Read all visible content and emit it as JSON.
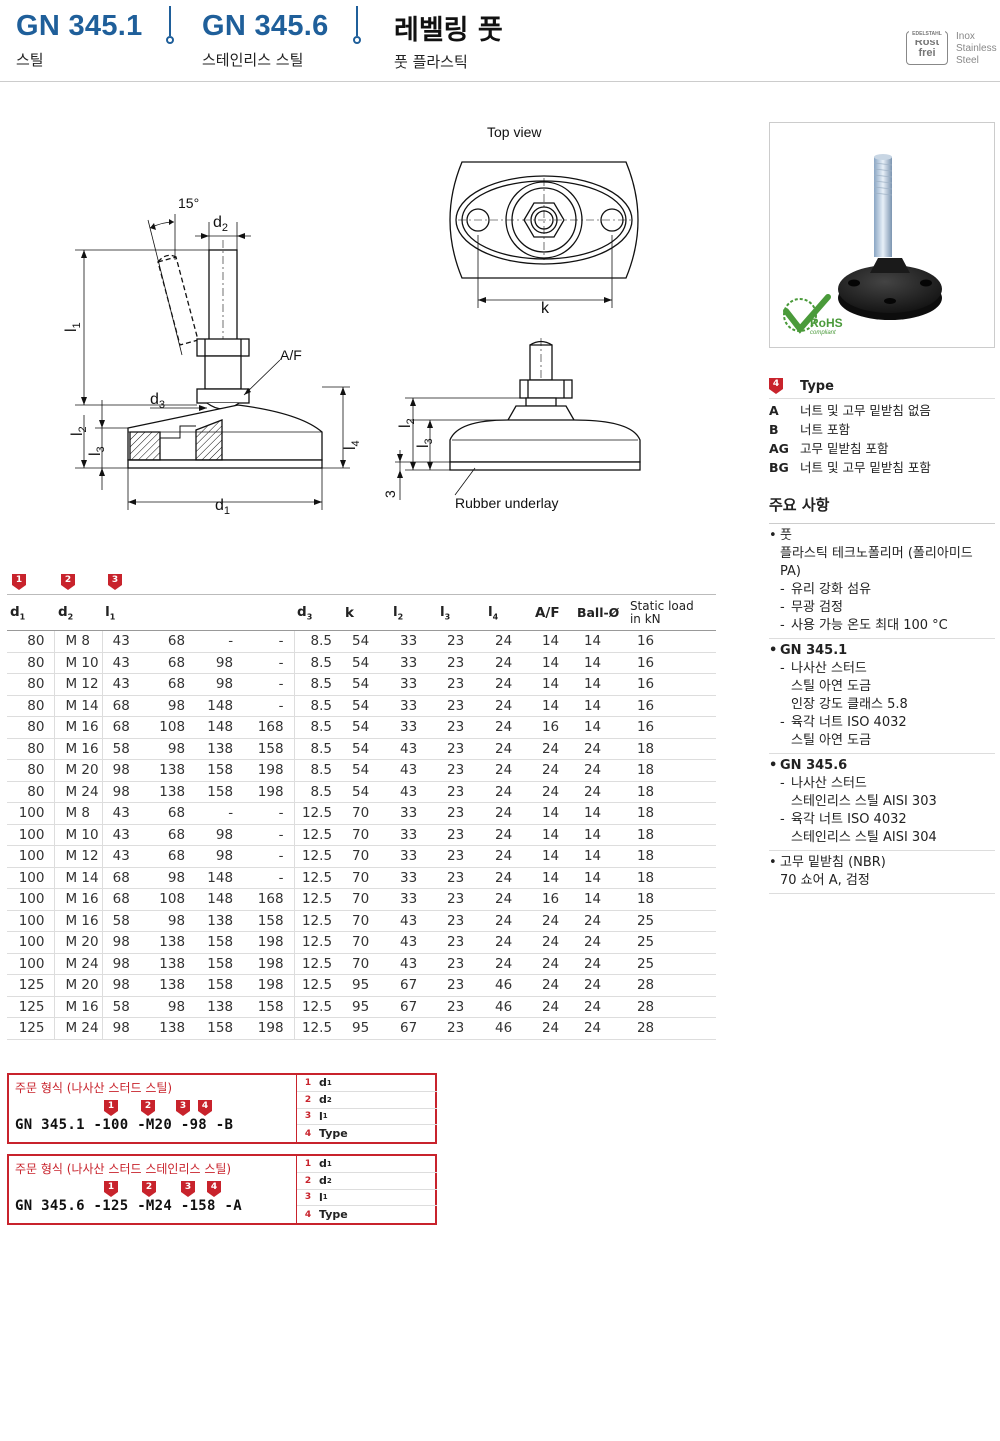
{
  "header": {
    "code1": "GN 345.1",
    "sub1": "스틸",
    "code2": "GN 345.6",
    "sub2": "스테인리스 스틸",
    "title": "레벨링 풋",
    "subtitle": "풋 플라스틱",
    "badge_top": "EDELSTAHL",
    "badge_line1": "Rost",
    "badge_line2": "frei",
    "inox_lines": [
      "Inox",
      "Stainless",
      "Steel"
    ]
  },
  "drawing": {
    "top_view": "Top view",
    "angle": "15°",
    "d2": "d",
    "d2_sub": "2",
    "l1": "l",
    "l1_sub": "1",
    "af": "A/F",
    "d3": "d",
    "d3_sub": "3",
    "l2": "l",
    "l2_sub": "2",
    "l3": "l",
    "l3_sub": "3",
    "d1": "d",
    "d1_sub": "1",
    "l4": "l",
    "l4_sub": "4",
    "k": "k",
    "three": "3",
    "rubber": "Rubber underlay"
  },
  "photo": {
    "rohs": "RoHS",
    "rohs_sub": "compliant"
  },
  "type_legend": {
    "marker": "4",
    "title": "Type",
    "rows": [
      {
        "code": "A",
        "desc": "너트 및 고무 밑받침 없음"
      },
      {
        "code": "B",
        "desc": "너트 포함"
      },
      {
        "code": "AG",
        "desc": "고무 밑받침 포함"
      },
      {
        "code": "BG",
        "desc": "너트 및 고무 밑받침 포함"
      }
    ]
  },
  "notes": {
    "title": "주요 사항",
    "b1": "풋",
    "b1_c1": "플라스틱 테크노폴리머 (폴리아미드 PA)",
    "b1_s1": "유리 강화 섬유",
    "b1_s2": "무광 검정",
    "b1_s3": "사용 가능 온도 최대 100 °C",
    "b2": "GN 345.1",
    "b2_s1": "나사산 스터드",
    "b2_s1_c1": "스틸 아연 도금",
    "b2_s1_c2": "인장 강도 클래스 5.8",
    "b2_s2": "육각 너트 ISO 4032",
    "b2_s2_c1": "스틸 아연 도금",
    "b3": "GN 345.6",
    "b3_s1": "나사산 스터드",
    "b3_s1_c1": "스테인리스 스틸 AISI 303",
    "b3_s2": "육각 너트 ISO 4032",
    "b3_s2_c1": "스테인리스 스틸 AISI 304",
    "b4": "고무 밑받침 (NBR)",
    "b4_c1": "70 쇼어 A, 검정"
  },
  "table": {
    "markers": [
      "1",
      "2",
      "3"
    ],
    "headers": {
      "d1": "d",
      "d1_sub": "1",
      "d2": "d",
      "d2_sub": "2",
      "l1": "l",
      "l1_sub": "1",
      "d3": "d",
      "d3_sub": "3",
      "k": "k",
      "l2": "l",
      "l2_sub": "2",
      "l3": "l",
      "l3_sub": "3",
      "l4": "l",
      "l4_sub": "4",
      "af": "A/F",
      "ball": "Ball-Ø",
      "load1": "Static load",
      "load2": "in kN"
    },
    "rows": [
      [
        "80",
        "M  8",
        "43",
        "68",
        "-",
        "-",
        "8.5",
        "54",
        "33",
        "23",
        "24",
        "14",
        "14",
        "16"
      ],
      [
        "80",
        "M 10",
        "43",
        "68",
        "98",
        "-",
        "8.5",
        "54",
        "33",
        "23",
        "24",
        "14",
        "14",
        "16"
      ],
      [
        "80",
        "M 12",
        "43",
        "68",
        "98",
        "-",
        "8.5",
        "54",
        "33",
        "23",
        "24",
        "14",
        "14",
        "16"
      ],
      [
        "80",
        "M 14",
        "68",
        "98",
        "148",
        "-",
        "8.5",
        "54",
        "33",
        "23",
        "24",
        "14",
        "14",
        "16"
      ],
      [
        "80",
        "M 16",
        "68",
        "108",
        "148",
        "168",
        "8.5",
        "54",
        "33",
        "23",
        "24",
        "16",
        "14",
        "16"
      ],
      [
        "80",
        "M 16",
        "58",
        "98",
        "138",
        "158",
        "8.5",
        "54",
        "43",
        "23",
        "24",
        "24",
        "24",
        "18"
      ],
      [
        "80",
        "M 20",
        "98",
        "138",
        "158",
        "198",
        "8.5",
        "54",
        "43",
        "23",
        "24",
        "24",
        "24",
        "18"
      ],
      [
        "80",
        "M 24",
        "98",
        "138",
        "158",
        "198",
        "8.5",
        "54",
        "43",
        "23",
        "24",
        "24",
        "24",
        "18"
      ],
      [
        "100",
        "M  8",
        "43",
        "68",
        "-",
        "-",
        "12.5",
        "70",
        "33",
        "23",
        "24",
        "14",
        "14",
        "18"
      ],
      [
        "100",
        "M 10",
        "43",
        "68",
        "98",
        "-",
        "12.5",
        "70",
        "33",
        "23",
        "24",
        "14",
        "14",
        "18"
      ],
      [
        "100",
        "M 12",
        "43",
        "68",
        "98",
        "-",
        "12.5",
        "70",
        "33",
        "23",
        "24",
        "14",
        "14",
        "18"
      ],
      [
        "100",
        "M 14",
        "68",
        "98",
        "148",
        "-",
        "12.5",
        "70",
        "33",
        "23",
        "24",
        "14",
        "14",
        "18"
      ],
      [
        "100",
        "M 16",
        "68",
        "108",
        "148",
        "168",
        "12.5",
        "70",
        "33",
        "23",
        "24",
        "16",
        "14",
        "18"
      ],
      [
        "100",
        "M 16",
        "58",
        "98",
        "138",
        "158",
        "12.5",
        "70",
        "43",
        "23",
        "24",
        "24",
        "24",
        "25"
      ],
      [
        "100",
        "M 20",
        "98",
        "138",
        "158",
        "198",
        "12.5",
        "70",
        "43",
        "23",
        "24",
        "24",
        "24",
        "25"
      ],
      [
        "100",
        "M 24",
        "98",
        "138",
        "158",
        "198",
        "12.5",
        "70",
        "43",
        "23",
        "24",
        "24",
        "24",
        "25"
      ],
      [
        "125",
        "M 20",
        "98",
        "138",
        "158",
        "198",
        "12.5",
        "95",
        "67",
        "23",
        "46",
        "24",
        "24",
        "28"
      ],
      [
        "125",
        "M 16",
        "58",
        "98",
        "138",
        "158",
        "12.5",
        "95",
        "67",
        "23",
        "46",
        "24",
        "24",
        "28"
      ],
      [
        "125",
        "M 24",
        "98",
        "138",
        "158",
        "198",
        "12.5",
        "95",
        "67",
        "23",
        "46",
        "24",
        "24",
        "28"
      ]
    ]
  },
  "order1": {
    "title": "주문 형식 (나사산 스터드 스틸)",
    "code": "GN 345.1 -100 -M20 -98 -B",
    "markers": [
      "1",
      "2",
      "3",
      "4"
    ]
  },
  "order2": {
    "title": "주문 형식 (나사산 스터드 스테인리스 스틸)",
    "code": "GN 345.6 -125 -M24 -158 -A",
    "markers": [
      "1",
      "2",
      "3",
      "4"
    ]
  },
  "order_legend": [
    {
      "n": "1",
      "label": "d",
      "sub": "1"
    },
    {
      "n": "2",
      "label": "d",
      "sub": "2"
    },
    {
      "n": "3",
      "label": "l",
      "sub": "1"
    },
    {
      "n": "4",
      "label": "Type",
      "sub": ""
    }
  ],
  "colors": {
    "brand_blue": "#1f5f9a",
    "marker_red": "#c8232c",
    "rohs_green": "#4a9a3a"
  }
}
